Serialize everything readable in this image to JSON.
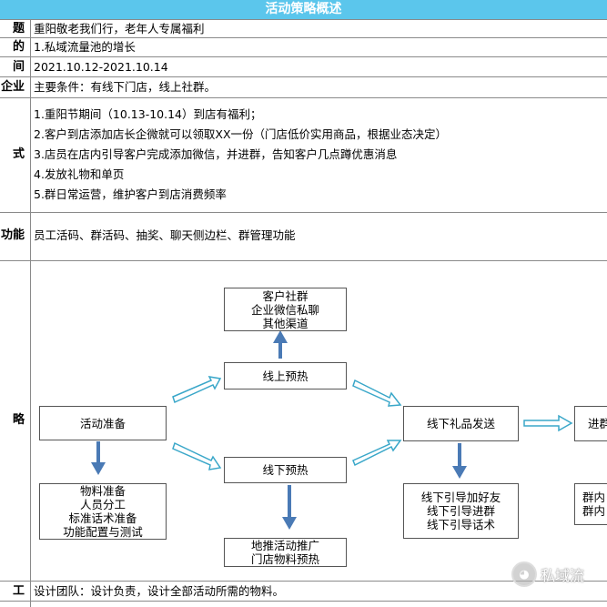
{
  "header": {
    "title": "活动策略概述"
  },
  "rows": {
    "theme": {
      "label": "题",
      "value": "重阳敬老我们行，老年人专属福利"
    },
    "goal": {
      "label": "的",
      "value": "1.私域流量池的增长"
    },
    "time": {
      "label": "间",
      "value": "2021.10.12-2021.10.14"
    },
    "enterprise": {
      "label": "企业",
      "value": "主要条件：有线下门店，线上社群。"
    },
    "method": {
      "label": "式",
      "lines": [
        "1.重阳节期间（10.13-10.14）到店有福利；",
        "2.客户到店添加店长企微就可以领取XX一份（门店低价实用商品，根据业态决定）",
        "3.店员在店内引导客户完成添加微信，并进群，告知客户几点蹲优惠消息",
        "4.发放礼物和单页",
        "5.群日常运营，维护客户到店消费频率"
      ]
    },
    "function": {
      "label": "功能",
      "value": "员工活码、群活码、抽奖、聊天侧边栏、群管理功能"
    },
    "flow": {
      "label": "略"
    },
    "staff": {
      "label": "工",
      "value": "设计团队：设计负责，设计全部活动所需的物料。"
    }
  },
  "flowchart": {
    "customer_group": [
      "客户社群",
      "企业微信私聊",
      "其他渠道"
    ],
    "online_warmup": "线上预热",
    "activity_prep": "活动准备",
    "offline_warmup": "线下预热",
    "gift_delivery": "线下礼品发送",
    "join_group": "进群",
    "prep_tasks": [
      "物料准备",
      "人员分工",
      "标准话术准备",
      "功能配置与测试"
    ],
    "ground_promo": [
      "地推活动推广",
      "门店物料预热"
    ],
    "offline_guide": [
      "线下引导加好友",
      "线下引导进群",
      "线下引导话术"
    ],
    "group_ops": [
      "群内",
      "群内"
    ]
  },
  "watermark": {
    "text": "私域流"
  },
  "colors": {
    "title_bg": "#5bc6ec",
    "arrow_solid": "#4a7ab5",
    "arrow_outline": "#3aa7c9"
  }
}
